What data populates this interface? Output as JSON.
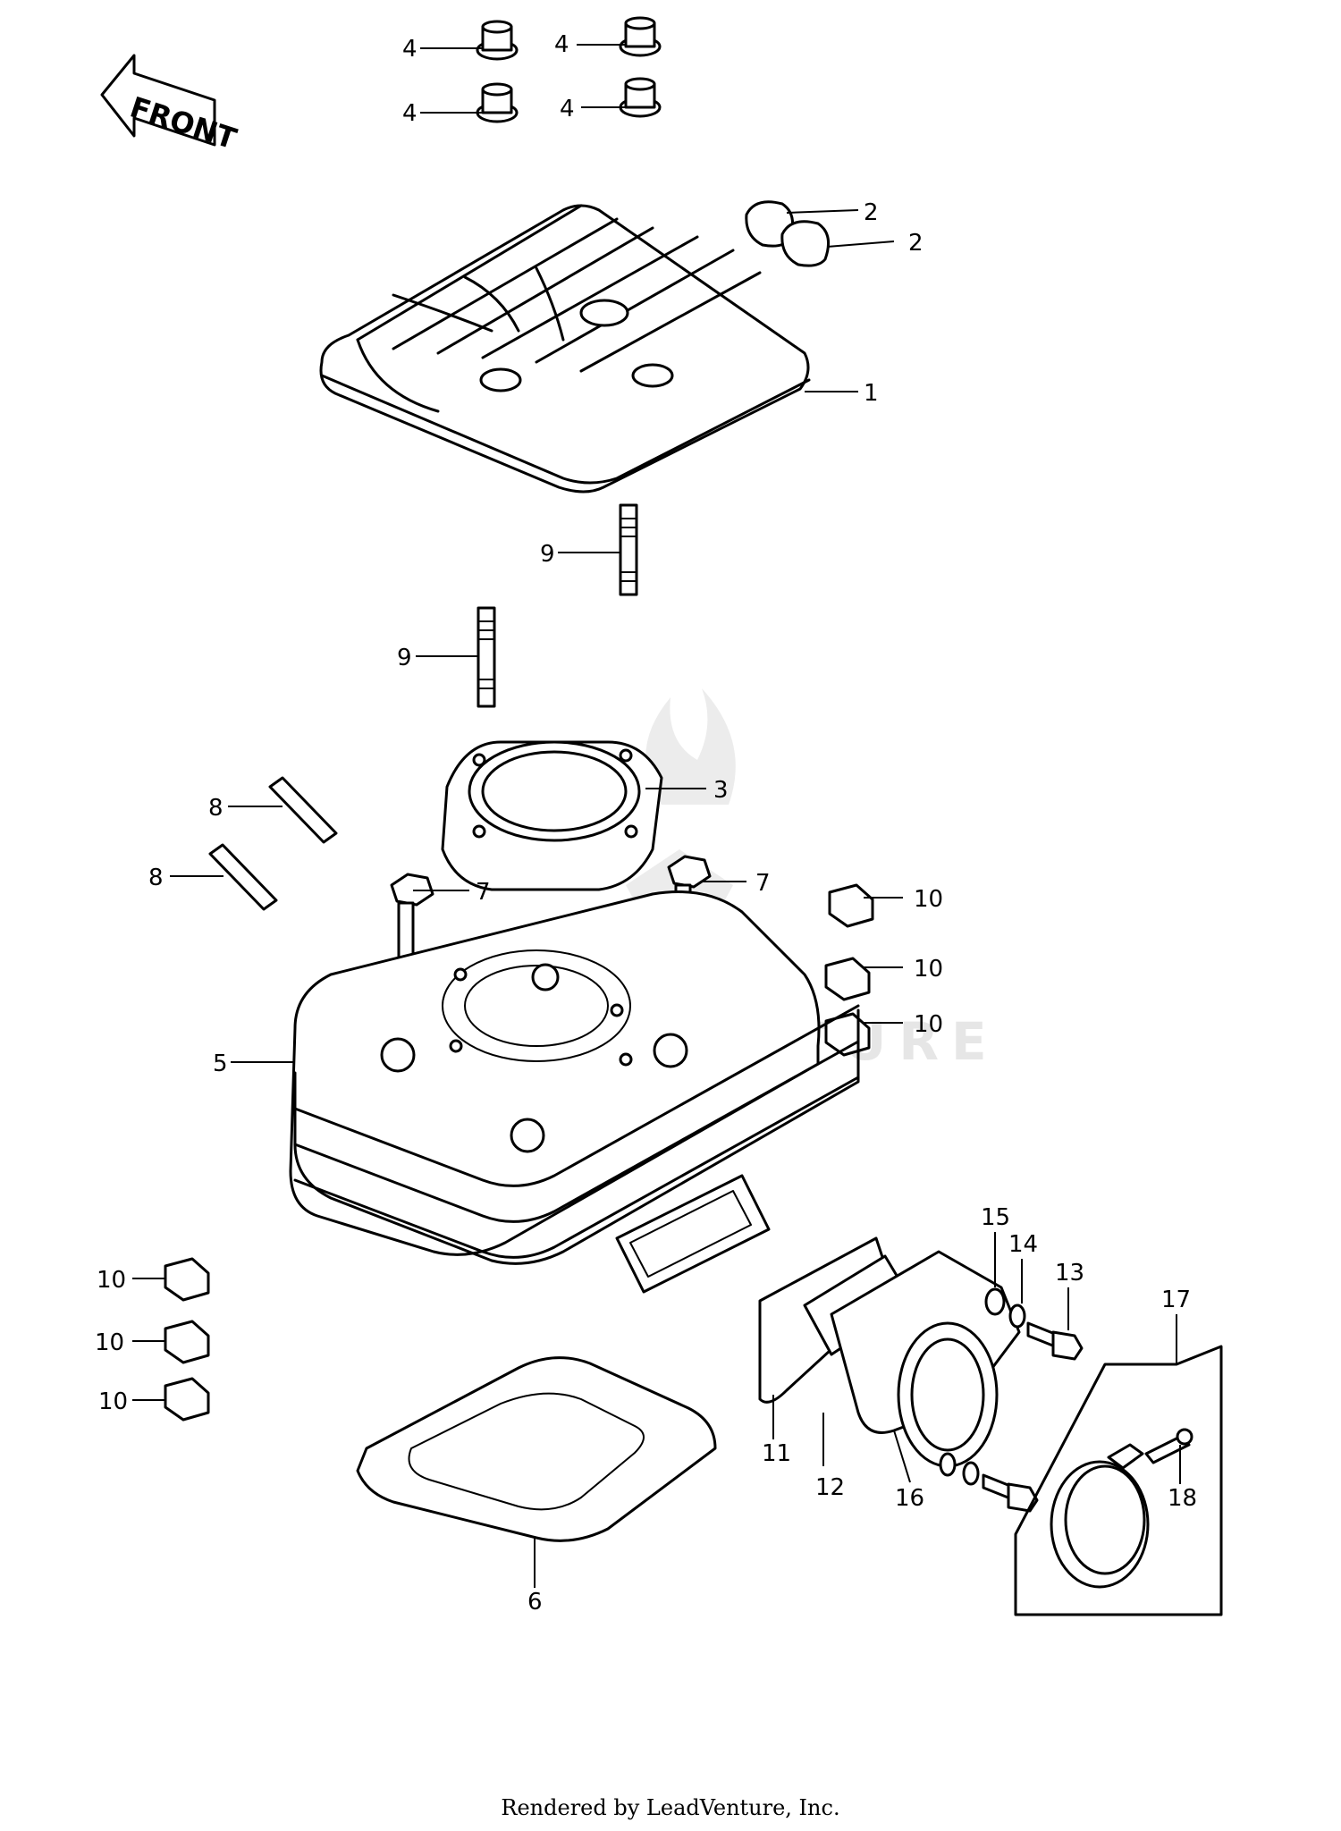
{
  "front_arrow": {
    "label": "FRONT"
  },
  "watermark": {
    "text": "LEADVENTURE"
  },
  "footer": {
    "text": "Rendered by LeadVenture, Inc."
  },
  "callouts": [
    {
      "id": "c4a",
      "label": "4"
    },
    {
      "id": "c4b",
      "label": "4"
    },
    {
      "id": "c4c",
      "label": "4"
    },
    {
      "id": "c4d",
      "label": "4"
    },
    {
      "id": "c2a",
      "label": "2"
    },
    {
      "id": "c2b",
      "label": "2"
    },
    {
      "id": "c1",
      "label": "1"
    },
    {
      "id": "c9a",
      "label": "9"
    },
    {
      "id": "c9b",
      "label": "9"
    },
    {
      "id": "c3",
      "label": "3"
    },
    {
      "id": "c8a",
      "label": "8"
    },
    {
      "id": "c8b",
      "label": "8"
    },
    {
      "id": "c7a",
      "label": "7"
    },
    {
      "id": "c7b",
      "label": "7"
    },
    {
      "id": "c10a",
      "label": "10"
    },
    {
      "id": "c10b",
      "label": "10"
    },
    {
      "id": "c10c",
      "label": "10"
    },
    {
      "id": "c5",
      "label": "5"
    },
    {
      "id": "c15",
      "label": "15"
    },
    {
      "id": "c14",
      "label": "14"
    },
    {
      "id": "c13",
      "label": "13"
    },
    {
      "id": "c17",
      "label": "17"
    },
    {
      "id": "c10d",
      "label": "10"
    },
    {
      "id": "c10e",
      "label": "10"
    },
    {
      "id": "c10f",
      "label": "10"
    },
    {
      "id": "c11",
      "label": "11"
    },
    {
      "id": "c12",
      "label": "12"
    },
    {
      "id": "c16",
      "label": "16"
    },
    {
      "id": "c18",
      "label": "18"
    },
    {
      "id": "c6",
      "label": "6"
    }
  ]
}
